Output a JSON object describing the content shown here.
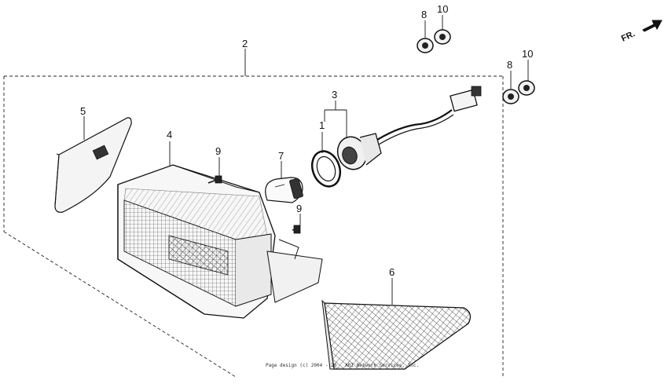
{
  "callouts": {
    "c1": "1",
    "c2": "2",
    "c3": "3",
    "c4": "4",
    "c5": "5",
    "c6": "6",
    "c7": "7",
    "c8a": "8",
    "c8b": "8",
    "c9a": "9",
    "c9b": "9",
    "c10a": "10",
    "c10b": "10"
  },
  "direction_label": "FR.",
  "copyright": "Page design (c) 2004 - 20__ ARI Network Services, Inc."
}
